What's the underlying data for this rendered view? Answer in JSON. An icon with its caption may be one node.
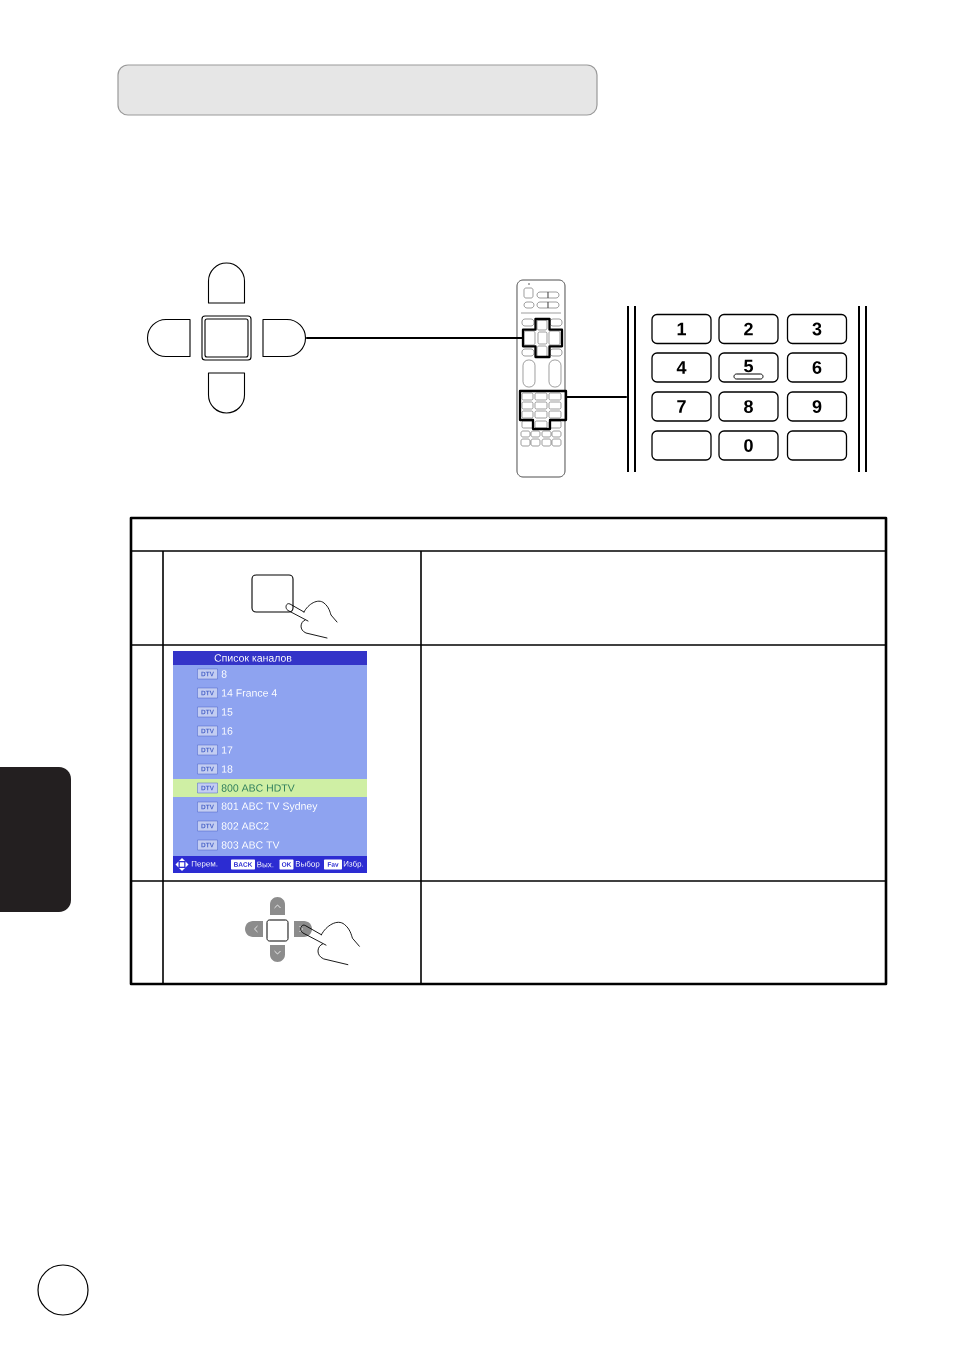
{
  "diagram": {
    "nodes": [
      {
        "text": [],
        "shape": "box"
      },
      {
        "text": [],
        "shape": "picture"
      },
      {
        "text": [],
        "shape": "picture"
      },
      {
        "text": [],
        "shape": "cross",
        "in": 2
      },
      {
        "text": [],
        "shape": "box",
        "in": 2
      },
      {
        "text": [],
        "shape": "box"
      },
      {
        "text": [
          "1"
        ],
        "in": 5
      },
      {
        "text": [
          "2"
        ],
        "in": 5
      },
      {
        "text": [
          "3"
        ],
        "in": 5
      },
      {
        "text": [
          "4"
        ],
        "in": 5
      },
      {
        "text": [
          "5"
        ],
        "in": 5
      },
      {
        "text": [
          "6"
        ],
        "in": 5
      },
      {
        "text": [
          "7"
        ],
        "in": 5
      },
      {
        "text": [
          "8"
        ],
        "in": 5
      },
      {
        "text": [
          "9"
        ],
        "in": 5
      },
      {
        "text": [],
        "shape": "box",
        "in": 5
      },
      {
        "text": [
          "0"
        ],
        "in": 5
      },
      {
        "text": [],
        "shape": "box",
        "in": 5
      },
      {
        "text": [],
        "shape": "box"
      }
    ],
    "edges": [
      {
        "from": 1,
        "to": 3,
        "arrow": "none"
      },
      {
        "from": 4,
        "to": 5,
        "arrow": "none"
      }
    ],
    "labels": [
      "Список каналов",
      "DTV",
      "8",
      "DTV",
      "14 France 4",
      "DTV",
      "15",
      "DTV",
      "16",
      "DTV",
      "17",
      "DTV",
      "18",
      "DTV",
      "800 ABC HDTV",
      "DTV",
      "801 ABC TV Sydney",
      "DTV",
      "802 ABC2",
      "DTV",
      "803 ABC TV",
      "Перем.",
      "BACK",
      "Вых.",
      "OK",
      "Выбор",
      "Fav",
      "Избр."
    ]
  }
}
